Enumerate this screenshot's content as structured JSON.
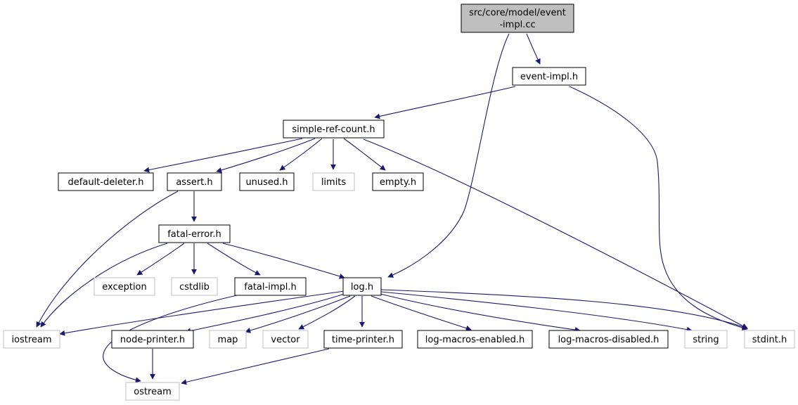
{
  "diagram": {
    "type": "include-dependency-graph",
    "edge_color": "#191970",
    "nodes": [
      {
        "id": "root",
        "lines": [
          "src/core/model/event",
          "-impl.cc"
        ],
        "style": "root"
      },
      {
        "id": "event_impl_h",
        "lines": [
          "event-impl.h"
        ],
        "style": "documented"
      },
      {
        "id": "simple_ref",
        "lines": [
          "simple-ref-count.h"
        ],
        "style": "documented"
      },
      {
        "id": "default_del",
        "lines": [
          "default-deleter.h"
        ],
        "style": "documented"
      },
      {
        "id": "assert_h",
        "lines": [
          "assert.h"
        ],
        "style": "documented"
      },
      {
        "id": "unused_h",
        "lines": [
          "unused.h"
        ],
        "style": "documented"
      },
      {
        "id": "limits",
        "lines": [
          "limits"
        ],
        "style": "system"
      },
      {
        "id": "empty_h",
        "lines": [
          "empty.h"
        ],
        "style": "documented"
      },
      {
        "id": "fatal_error",
        "lines": [
          "fatal-error.h"
        ],
        "style": "documented"
      },
      {
        "id": "exception",
        "lines": [
          "exception"
        ],
        "style": "system"
      },
      {
        "id": "cstdlib",
        "lines": [
          "cstdlib"
        ],
        "style": "system"
      },
      {
        "id": "fatal_impl",
        "lines": [
          "fatal-impl.h"
        ],
        "style": "documented"
      },
      {
        "id": "log_h",
        "lines": [
          "log.h"
        ],
        "style": "documented"
      },
      {
        "id": "iostream",
        "lines": [
          "iostream"
        ],
        "style": "system"
      },
      {
        "id": "node_printer",
        "lines": [
          "node-printer.h"
        ],
        "style": "documented"
      },
      {
        "id": "map",
        "lines": [
          "map"
        ],
        "style": "system"
      },
      {
        "id": "vector",
        "lines": [
          "vector"
        ],
        "style": "system"
      },
      {
        "id": "time_printer",
        "lines": [
          "time-printer.h"
        ],
        "style": "documented"
      },
      {
        "id": "log_enabled",
        "lines": [
          "log-macros-enabled.h"
        ],
        "style": "documented"
      },
      {
        "id": "log_disabled",
        "lines": [
          "log-macros-disabled.h"
        ],
        "style": "documented"
      },
      {
        "id": "string",
        "lines": [
          "string"
        ],
        "style": "system"
      },
      {
        "id": "stdint",
        "lines": [
          "stdint.h"
        ],
        "style": "system"
      },
      {
        "id": "ostream",
        "lines": [
          "ostream"
        ],
        "style": "system"
      }
    ],
    "edges": [
      {
        "from": "root",
        "to": "event_impl_h"
      },
      {
        "from": "root",
        "to": "log_h"
      },
      {
        "from": "event_impl_h",
        "to": "simple_ref"
      },
      {
        "from": "event_impl_h",
        "to": "stdint"
      },
      {
        "from": "simple_ref",
        "to": "default_del"
      },
      {
        "from": "simple_ref",
        "to": "assert_h"
      },
      {
        "from": "simple_ref",
        "to": "unused_h"
      },
      {
        "from": "simple_ref",
        "to": "limits"
      },
      {
        "from": "simple_ref",
        "to": "empty_h"
      },
      {
        "from": "simple_ref",
        "to": "stdint"
      },
      {
        "from": "assert_h",
        "to": "fatal_error"
      },
      {
        "from": "assert_h",
        "to": "iostream"
      },
      {
        "from": "fatal_error",
        "to": "iostream"
      },
      {
        "from": "fatal_error",
        "to": "exception"
      },
      {
        "from": "fatal_error",
        "to": "cstdlib"
      },
      {
        "from": "fatal_error",
        "to": "fatal_impl"
      },
      {
        "from": "fatal_error",
        "to": "log_h"
      },
      {
        "from": "fatal_impl",
        "to": "ostream"
      },
      {
        "from": "log_h",
        "to": "iostream"
      },
      {
        "from": "log_h",
        "to": "node_printer"
      },
      {
        "from": "log_h",
        "to": "map"
      },
      {
        "from": "log_h",
        "to": "vector"
      },
      {
        "from": "log_h",
        "to": "time_printer"
      },
      {
        "from": "log_h",
        "to": "log_enabled"
      },
      {
        "from": "log_h",
        "to": "log_disabled"
      },
      {
        "from": "log_h",
        "to": "string"
      },
      {
        "from": "log_h",
        "to": "stdint"
      },
      {
        "from": "node_printer",
        "to": "ostream"
      },
      {
        "from": "time_printer",
        "to": "ostream"
      }
    ]
  }
}
